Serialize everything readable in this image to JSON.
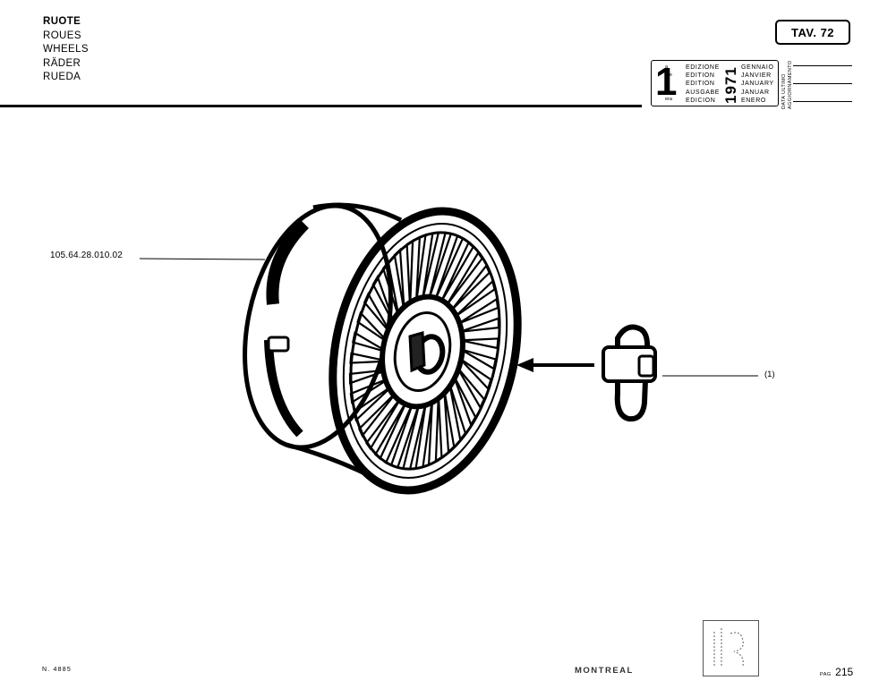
{
  "header": {
    "titles": [
      "RUOTE",
      "ROUES",
      "WHEELS",
      "RÄDER",
      "RUEDA"
    ],
    "table_label": "TAV. 72"
  },
  "edition_box": {
    "number": "1",
    "ordinal_suffixes": [
      "a",
      "ère",
      "st",
      ".",
      "era"
    ],
    "edition_words": [
      "EDIZIONE",
      "EDITION",
      "EDITION",
      "AUSGABE",
      "EDICION"
    ],
    "year": "1971",
    "months": [
      "GENNAIO",
      "JANVIER",
      "JANUARY",
      "JANUAR",
      "ENERO"
    ],
    "update_label": [
      "DATA ULTIMO",
      "AGGIORNAMENTO"
    ]
  },
  "callouts": {
    "wheel_part_number": "105.64.28.010.02",
    "ref_1": "(1)"
  },
  "footer": {
    "doc_number": "N. 4885",
    "brand": "MONTREAL",
    "page_label": "PAG",
    "page_number": "215"
  }
}
